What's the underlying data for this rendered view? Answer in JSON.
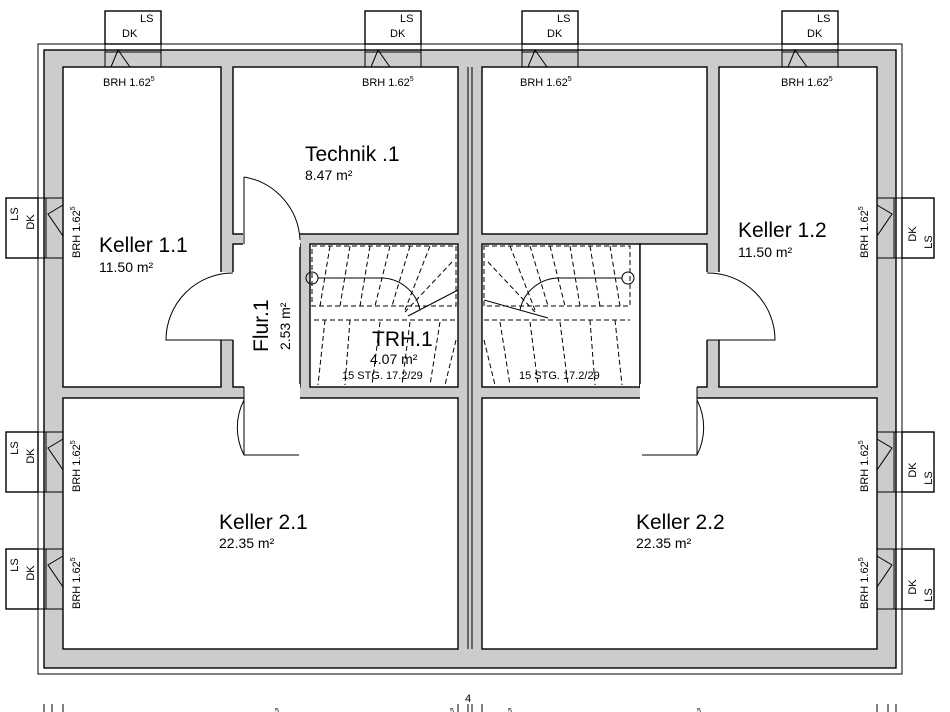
{
  "rooms": {
    "technik1": {
      "name": "Technik .1",
      "area": "8.47 m²"
    },
    "keller11": {
      "name": "Keller 1.1",
      "area": "11.50 m²"
    },
    "keller12": {
      "name": "Keller 1.2",
      "area": "11.50 m²"
    },
    "flur1": {
      "name": "Flur.1",
      "area": "2.53 m²"
    },
    "trh1": {
      "name": "TRH.1",
      "area": "4.07 m²"
    },
    "keller21": {
      "name": "Keller 2.1",
      "area": "22.35 m²"
    },
    "keller22": {
      "name": "Keller 2.2",
      "area": "22.35 m²"
    }
  },
  "stairs": {
    "left_label": "15 STG. 17.2/29",
    "right_label": "15 STG. 17.2/29"
  },
  "windows": {
    "ls": "LS",
    "dk": "DK",
    "brh": "BRH 1.62",
    "brh_sup": "5"
  },
  "dimensions": {
    "top": "4",
    "marks": [
      "5",
      "5",
      "5",
      "5"
    ]
  }
}
